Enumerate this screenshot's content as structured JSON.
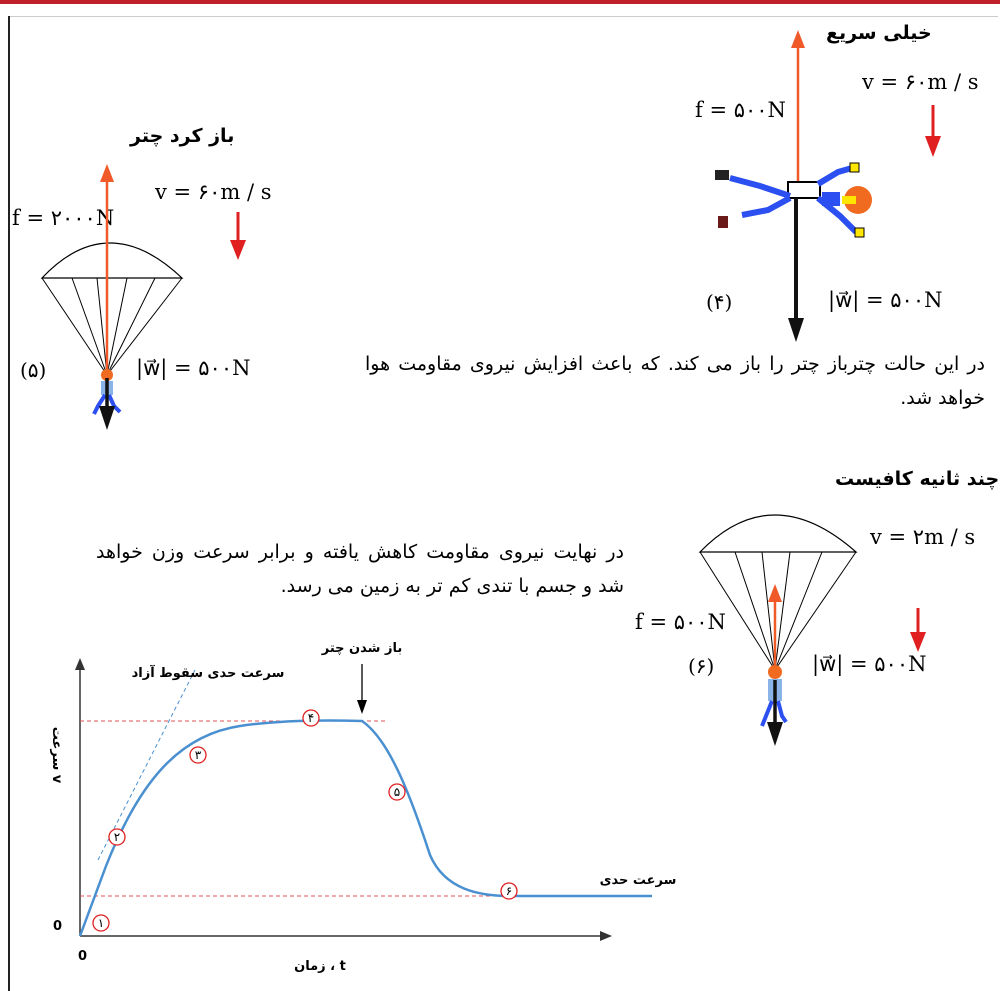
{
  "page": {
    "figure4": {
      "heading": "خیلی سریع",
      "f_label": "f = ۵۰۰N",
      "v_label": "v = ۶۰m / s",
      "w_label": "|w⃗| = ۵۰۰N",
      "num": "(۴)"
    },
    "figure5": {
      "heading": "باز کرد چتر",
      "f_label": "f = ۲۰۰۰N",
      "v_label": "v = ۶۰m / s",
      "w_label": "|w⃗| = ۵۰۰N",
      "num": "(۵)"
    },
    "figure6": {
      "heading": "چند ثانیه کافیست",
      "f_label": "f = ۵۰۰N",
      "v_label": "v = ۲m / s",
      "w_label": "|w⃗| = ۵۰۰N",
      "num": "(۶)"
    },
    "paragraph1": "در این حالت چترباز چتر را باز می کند. که باعث افزایش نیروی مقاومت هوا خواهد شد.",
    "paragraph2": "در نهایت نیروی مقاومت کاهش یافته و برابر سرعت وزن خواهد شد و جسم با تندی کم تر به زمین می رسد."
  },
  "chart_data": {
    "type": "line",
    "title": "",
    "xlabel": "t ، زمان",
    "ylabel": "v سرعت",
    "x_origin_label": "0",
    "y_origin_label": "0",
    "annotations": {
      "parachute_open": "باز شدن چتر",
      "free_fall_terminal": "سرعت حدی سقوط آزاد",
      "terminal_velocity": "سرعت حدی"
    },
    "points": [
      "۱",
      "۲",
      "۳",
      "۴",
      "۵",
      "۶"
    ],
    "colors": {
      "curve": "#4a90d0",
      "dashed": "#e05050",
      "marker": "#e02020"
    }
  }
}
